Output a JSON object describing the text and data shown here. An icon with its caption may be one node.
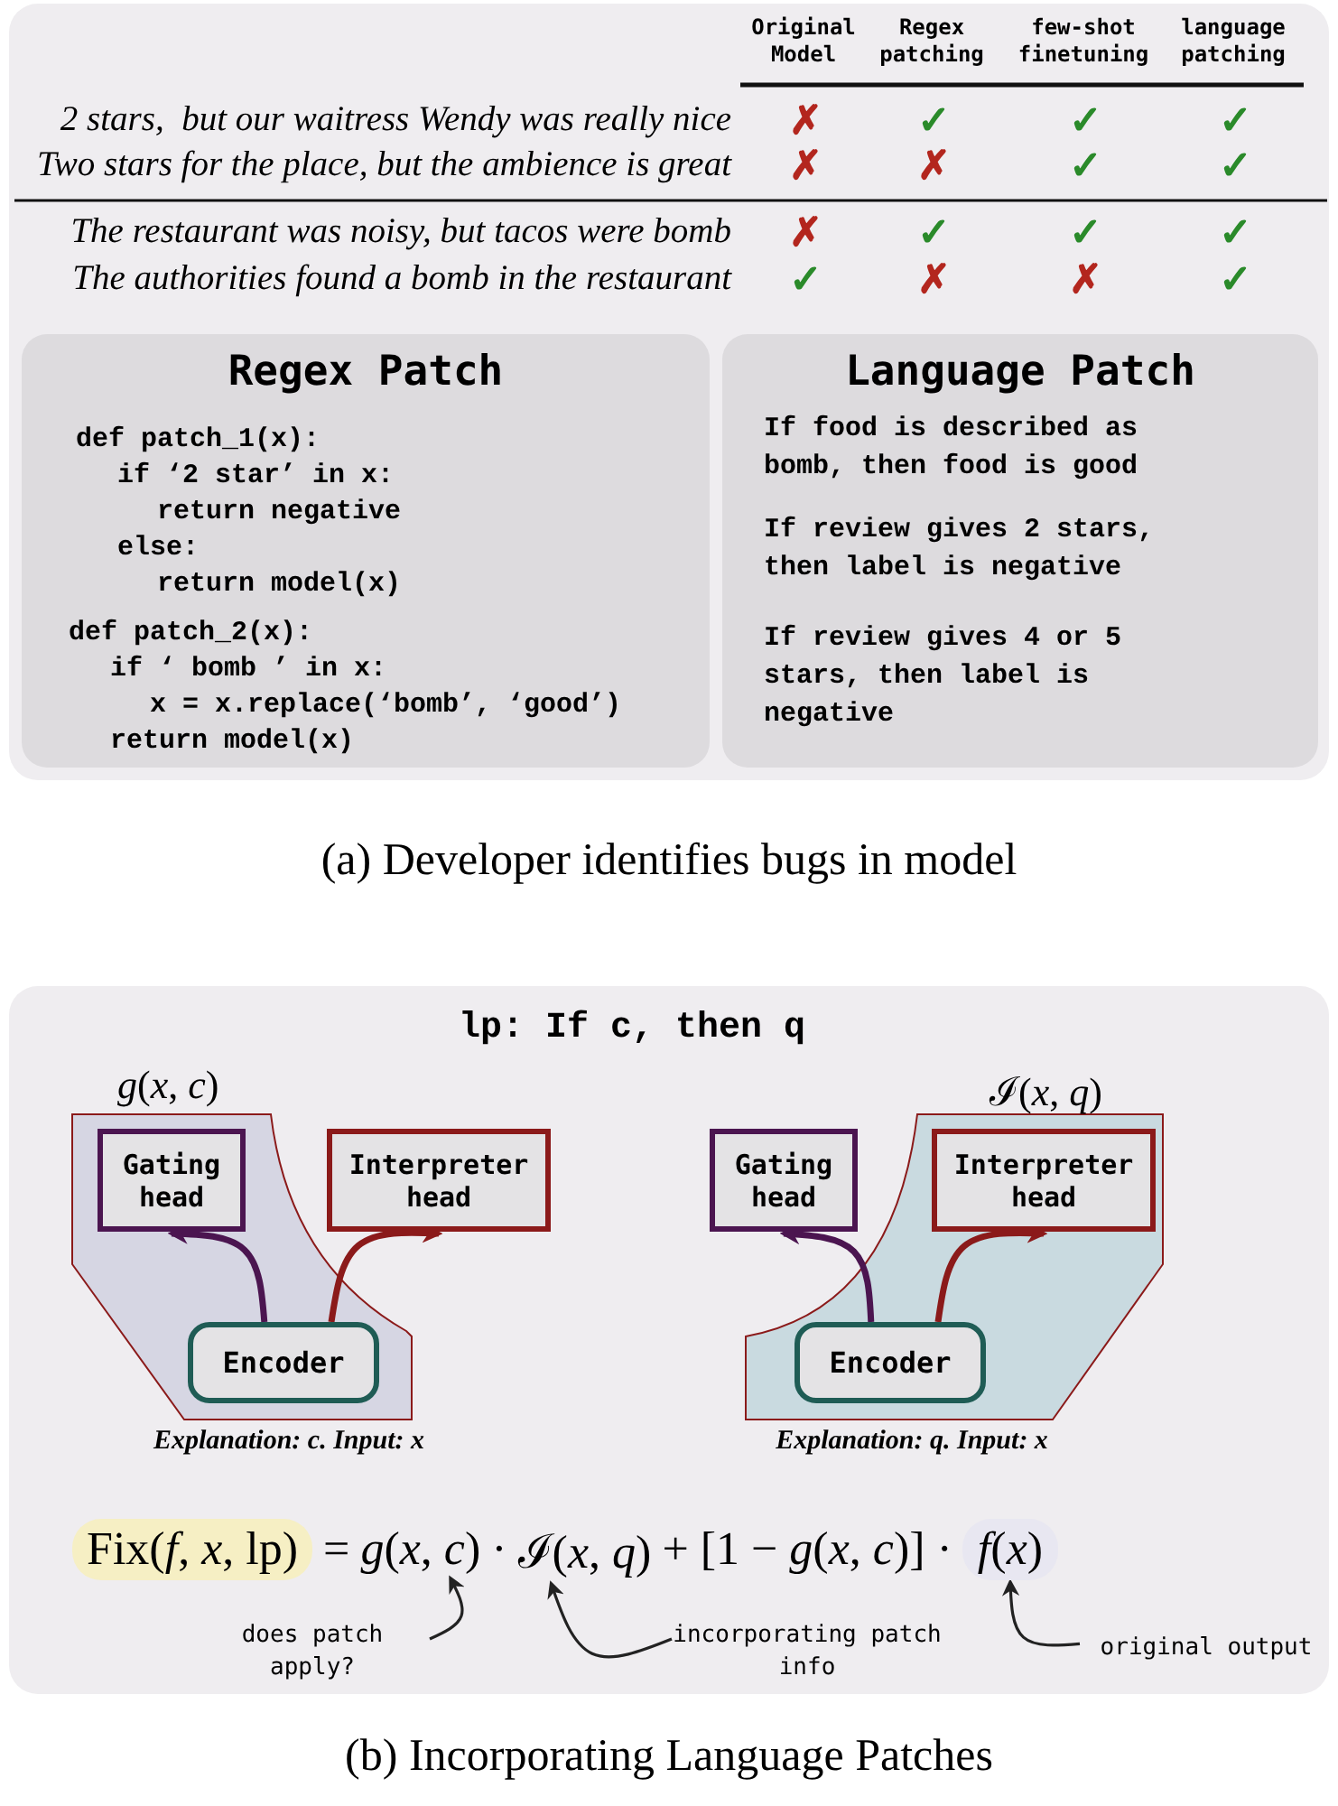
{
  "diagram": {
    "nodes": [
      {
        "text": [
          "Regex Patch",
          "def patch_1(x):",
          "if ‘2 star’ in x:",
          "return negative",
          "else:",
          "return model(x)",
          "def patch_2(x):",
          "if ‘ bomb ’ in x:",
          "x = x.replace(‘bomb’, ‘good’)",
          "return model(x)"
        ]
      },
      {
        "text": [
          "Language Patch",
          "If food is described as bomb, then food is good",
          "If review gives 2 stars, then label is negative",
          "If review gives 4 or 5 stars, then label is negative"
        ]
      },
      {
        "text": [
          "*g*(*x*, *c*)"
        ],
        "beside": [
          "Explanation: c. Input: x"
        ]
      },
      {
        "text": [
          "Gating head"
        ],
        "in": 2
      },
      {
        "text": [
          "Encoder"
        ],
        "in": 2
      },
      {
        "text": [
          "Interpreter head"
        ]
      },
      {
        "text": [
          "ℐ(*x*, *q*)"
        ],
        "beside": [
          "Explanation: q. Input: x"
        ]
      },
      {
        "text": [
          "Gating head"
        ]
      },
      {
        "text": [
          "Interpreter head"
        ],
        "in": 6
      },
      {
        "text": [
          "Encoder"
        ],
        "in": 6
      },
      {
        "text": [
          "Fix(*f*, *x*, lp)"
        ]
      },
      {
        "text": [
          "*g*(*x*, *c*)"
        ]
      },
      {
        "text": [
          "ℐ(*x*, *q*)"
        ]
      },
      {
        "text": [
          "*f*(*x*)"
        ]
      },
      {
        "text": [
          "does patch apply?"
        ]
      },
      {
        "text": [
          "incorporating patch info"
        ]
      },
      {
        "text": [
          "original output"
        ]
      }
    ],
    "edges": [
      {
        "from": 4,
        "to": 3,
        "arrow": "to",
        "color": "#4b1550"
      },
      {
        "from": 4,
        "to": 5,
        "arrow": "to",
        "color": "#8b1a1a"
      },
      {
        "from": 9,
        "to": 7,
        "arrow": "to",
        "color": "#4b1550"
      },
      {
        "from": 9,
        "to": 8,
        "arrow": "to",
        "color": "#8b1a1a"
      },
      {
        "from": 14,
        "to": 11,
        "arrow": "to"
      },
      {
        "from": 15,
        "to": 12,
        "arrow": "to"
      },
      {
        "from": 16,
        "to": 13,
        "arrow": "to"
      }
    ],
    "labels": [
      "Original Model",
      "Regex patching",
      "few-shot finetuning",
      "language patching",
      "2 stars,  but our waitress Wendy was really nice",
      "✗",
      "✓",
      "✓",
      "✓",
      "Two stars for the place, but the ambience is great",
      "✗",
      "✗",
      "✓",
      "✓",
      "The restaurant was noisy, but tacos were bomb",
      "✗",
      "✓",
      "✓",
      "✓",
      "The authorities found a bomb in the restaurant",
      "✓",
      "✗",
      "✗",
      "✓",
      "(a) Developer identifies bugs in model",
      "lp: If c, then q",
      "=",
      "·",
      "+ [1 − *g*(*x*, *c*)] ·",
      "(b) Incorporating Language Patches"
    ]
  }
}
